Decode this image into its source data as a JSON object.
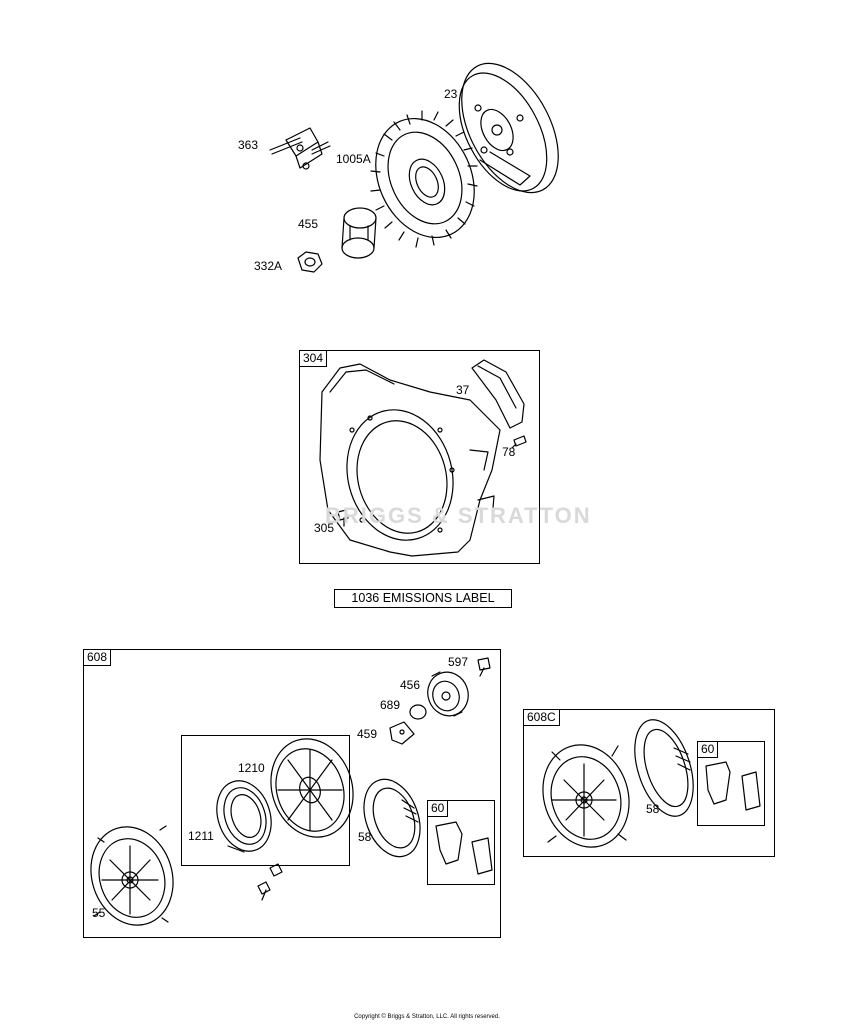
{
  "diagram": {
    "parts_top": {
      "part_23": "23",
      "part_363": "363",
      "part_1005a": "1005A",
      "part_455": "455",
      "part_332a": "332A"
    },
    "blower_housing": {
      "box_label": "304",
      "part_37": "37",
      "part_78": "78",
      "part_305": "305",
      "watermark": "BRIGGS & STRATTON"
    },
    "emissions_label": "1036 EMISSIONS LABEL",
    "starter_608": {
      "box_label": "608",
      "part_597": "597",
      "part_456": "456",
      "part_689": "689",
      "part_459": "459",
      "part_1210": "1210",
      "part_1211": "1211",
      "part_58": "58",
      "part_60": "60",
      "part_55": "55"
    },
    "starter_608c": {
      "box_label": "608C",
      "part_58": "58",
      "part_60": "60"
    },
    "copyright": "Copyright © Briggs & Stratton, LLC. All rights reserved.",
    "colors": {
      "line": "#000000",
      "watermark": "#d9d9d9"
    }
  }
}
